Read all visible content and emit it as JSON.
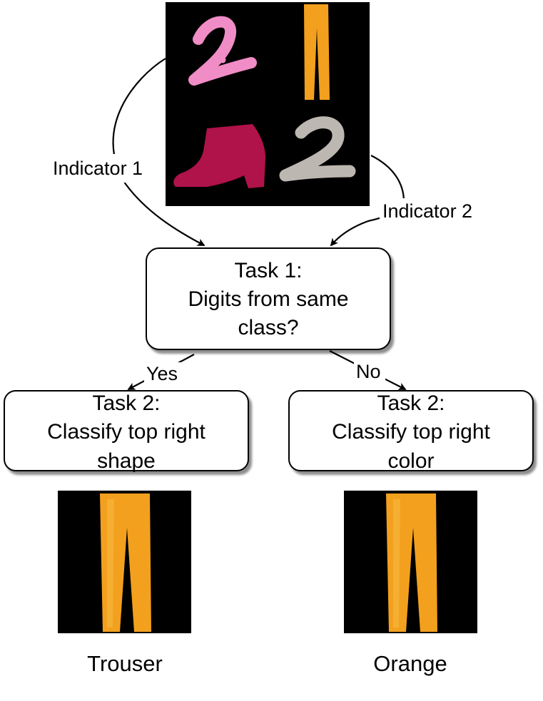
{
  "indicators": {
    "indicator_1": "Indicator 1",
    "indicator_2": "Indicator 2"
  },
  "task1": {
    "lines": [
      "Task 1:",
      "Digits from same",
      "class?"
    ]
  },
  "branches": {
    "yes": "Yes",
    "no": "No"
  },
  "task2_shape": {
    "lines": [
      "Task 2:",
      "Classify top right",
      "shape"
    ]
  },
  "task2_color": {
    "lines": [
      "Task 2:",
      "Classify top right",
      "color"
    ]
  },
  "outputs": {
    "shape_answer": "Trouser",
    "color_answer": "Orange"
  },
  "colors": {
    "image_background": "#000000",
    "trouser_orange": "#f2a01e",
    "digit_top_left_pink": "#f08cc6",
    "boot_crimson": "#b0124a",
    "digit_bottom_right_gray": "#bdb7b2"
  }
}
